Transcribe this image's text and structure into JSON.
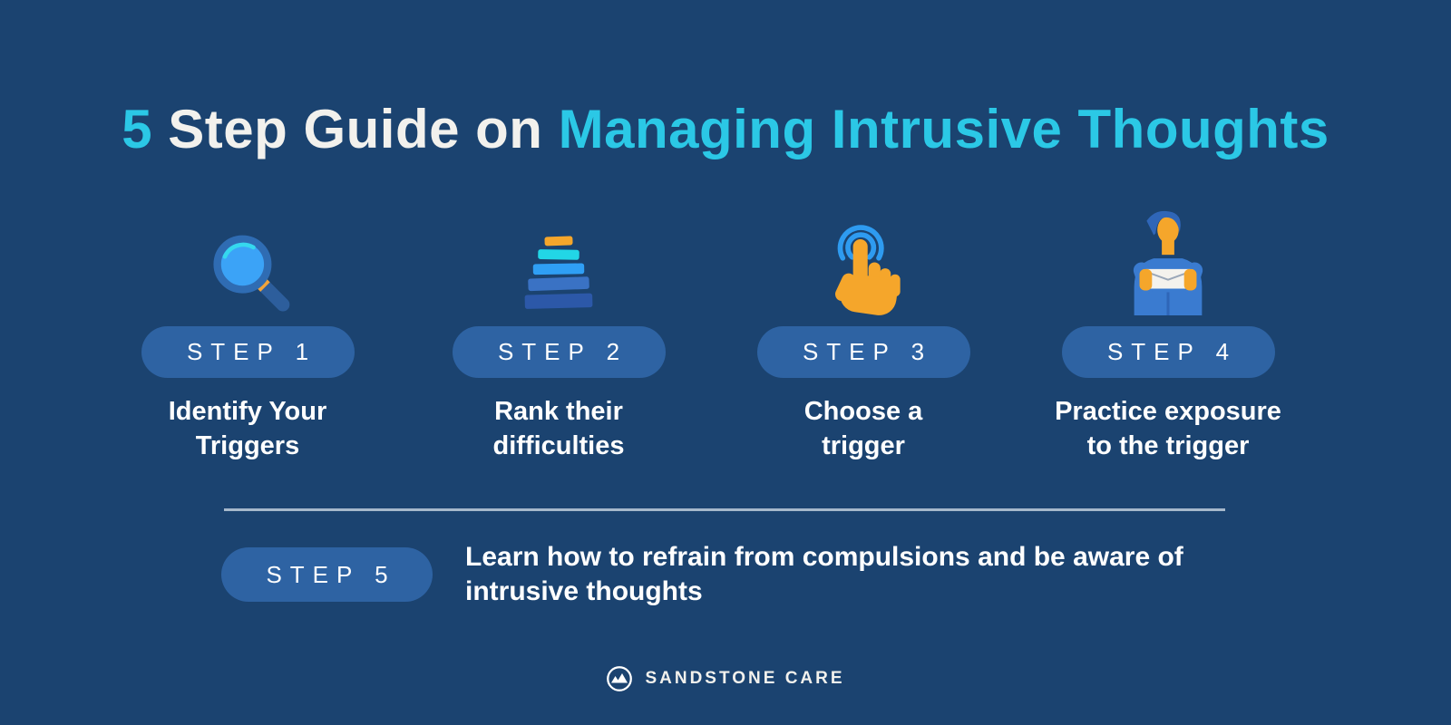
{
  "title": {
    "accent_number": "5",
    "middle": " Step Guide on ",
    "accent_rest": "Managing Intrusive Thoughts"
  },
  "steps": [
    {
      "label": "STEP 1",
      "icon": "magnifying-glass-icon",
      "caption_line1": "Identify Your",
      "caption_line2": "Triggers"
    },
    {
      "label": "STEP 2",
      "icon": "ranked-stack-icon",
      "caption_line1": "Rank their",
      "caption_line2": "difficulties"
    },
    {
      "label": "STEP 3",
      "icon": "tap-hand-icon",
      "caption_line1": "Choose a",
      "caption_line2": "trigger"
    },
    {
      "label": "STEP 4",
      "icon": "person-holding-letter-icon",
      "caption_line1": "Practice exposure",
      "caption_line2": "to the trigger"
    }
  ],
  "step5": {
    "label": "STEP 5",
    "text_line1": "Learn how to refrain from compulsions and be aware of",
    "text_line2": "intrusive thoughts"
  },
  "footer": {
    "brand": "SANDSTONE CARE"
  },
  "colors": {
    "background": "#1B4370",
    "pill_blue": "#2E63A3",
    "accent_cyan": "#2BC8E6",
    "heading_white": "#F2F1ED",
    "divider_gray": "#A6B8CB",
    "icon_orange": "#F5A62B",
    "icon_bright_blue": "#2F9FF5",
    "icon_medium_blue": "#3A7BD0",
    "icon_dark_blue": "#2D5E9C"
  }
}
